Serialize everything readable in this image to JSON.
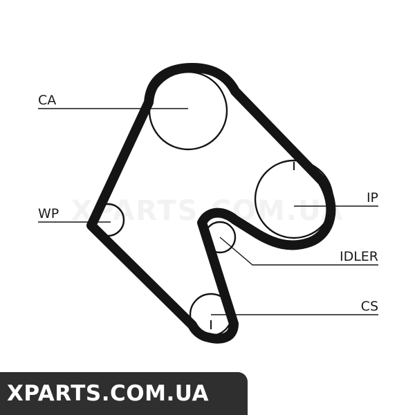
{
  "diagram": {
    "labels": {
      "ca": "CA",
      "wp": "WP",
      "ip": "IP",
      "idler": "IDLER",
      "cs": "CS"
    },
    "colors": {
      "ink": "#141414",
      "background": "#ffffff",
      "banner_background": "#2f2f2f",
      "banner_text": "#ffffff"
    }
  },
  "watermark": {
    "text": "XPARTS.COM.UA"
  },
  "banner": {
    "text": "XPARTS.COM.UA"
  }
}
